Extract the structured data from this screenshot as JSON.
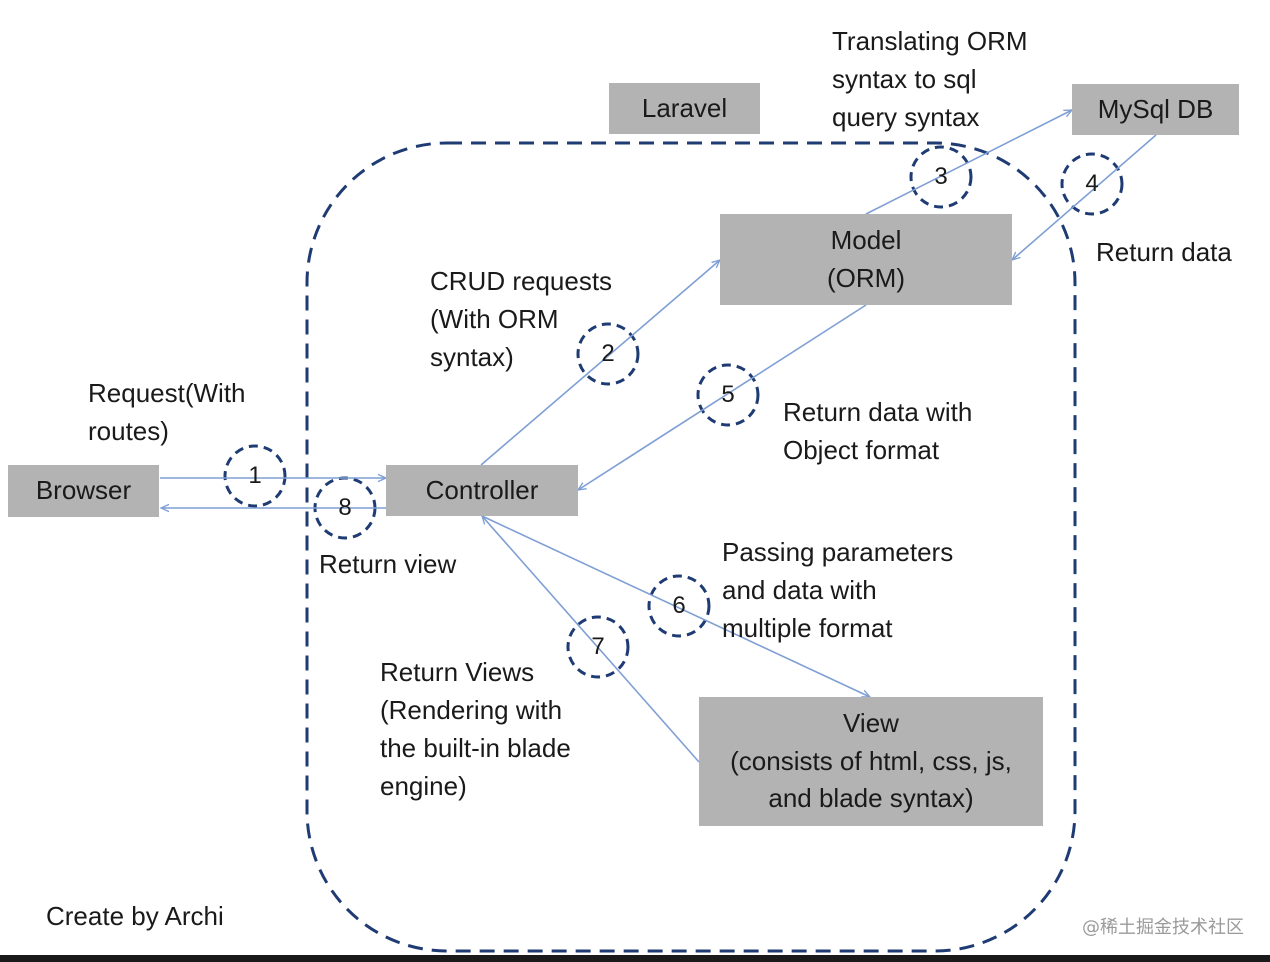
{
  "colors": {
    "box_fill": "#b3b3b3",
    "arrow": "#7f9fd4",
    "dash": "#1f3b73",
    "text": "#1a1a1a"
  },
  "boxes": {
    "laravel": "Laravel",
    "mysql": "MySql DB",
    "model": "Model\n(ORM)",
    "browser": "Browser",
    "controller": "Controller",
    "view": "View\n(consists of html, css, js,\nand blade syntax)"
  },
  "labels": {
    "translating": "Translating ORM\nsyntax to sql\nquery syntax",
    "return_data": "Return data",
    "crud": "CRUD requests\n(With ORM\nsyntax)",
    "request": "Request(With\nroutes)",
    "return_object": "Return data with\nObject format",
    "return_view": "Return view",
    "passing": "Passing parameters\nand data with\nmultiple format",
    "return_views": "Return Views\n(Rendering with\nthe built-in blade\nengine)",
    "credit": "Create by Archi"
  },
  "steps": [
    "1",
    "2",
    "3",
    "4",
    "5",
    "6",
    "7",
    "8"
  ],
  "watermark": "@稀土掘金技术社区"
}
